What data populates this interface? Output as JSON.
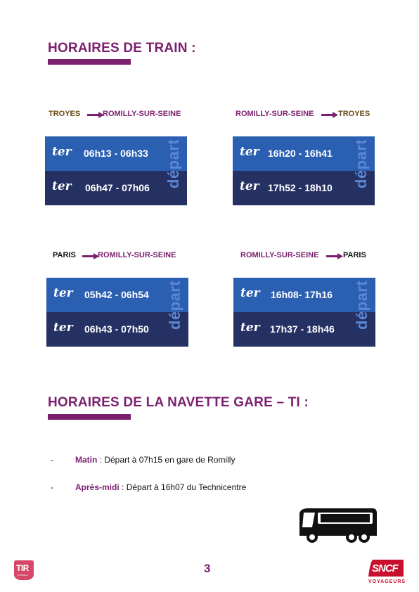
{
  "train_section": {
    "title": "HORAIRES DE TRAIN :"
  },
  "routes": [
    {
      "from": "TROYES",
      "to": "ROMILLY-SUR-SEINE",
      "departures": [
        {
          "logo": "ter",
          "time": "06h13 - 06h33"
        },
        {
          "logo": "ter",
          "time": "06h47 - 07h06"
        }
      ],
      "side_label": "départ"
    },
    {
      "from": "ROMILLY-SUR-SEINE",
      "to": "TROYES",
      "departures": [
        {
          "logo": "ter",
          "time": "16h20 - 16h41"
        },
        {
          "logo": "ter",
          "time": "17h52 - 18h10"
        }
      ],
      "side_label": "départ"
    },
    {
      "from": "PARIS",
      "to": "ROMILLY-SUR-SEINE",
      "departures": [
        {
          "logo": "ter",
          "time": "05h42 - 06h54"
        },
        {
          "logo": "ter",
          "time": "06h43 - 07h50"
        }
      ],
      "side_label": "départ"
    },
    {
      "from": "ROMILLY-SUR-SEINE",
      "to": "PARIS",
      "departures": [
        {
          "logo": "ter",
          "time": "16h08- 17h16"
        },
        {
          "logo": "ter",
          "time": "17h37 - 18h46"
        }
      ],
      "side_label": "départ"
    }
  ],
  "shuttle_section": {
    "title": "HORAIRES DE LA NAVETTE GARE – TI :",
    "items": [
      {
        "bullet": "-",
        "label": "Matin",
        "text": " : Départ à 07h15 en gare de Romilly"
      },
      {
        "bullet": "-",
        "label": "Après-midi",
        "text": " : Départ à 16h07 du Technicentre"
      }
    ]
  },
  "footer": {
    "page_number": "3",
    "left_logo": {
      "text": "TIR",
      "subtext": "TI ROMILLY"
    },
    "right_logo": {
      "text": "SNCF",
      "subtext": "VOYAGEURS"
    }
  },
  "icons": {
    "arrow": "right-arrow-icon",
    "bus": "bus-icon",
    "ter": "ter-logo-icon"
  },
  "colors": {
    "accent_purple": "#7b1f6e",
    "route_brown": "#6b4a12",
    "ter_light_blue": "#2a5fb2",
    "ter_dark_blue": "#253063",
    "depart_text": "#5d87d4",
    "sncf_red": "#c8102e"
  }
}
